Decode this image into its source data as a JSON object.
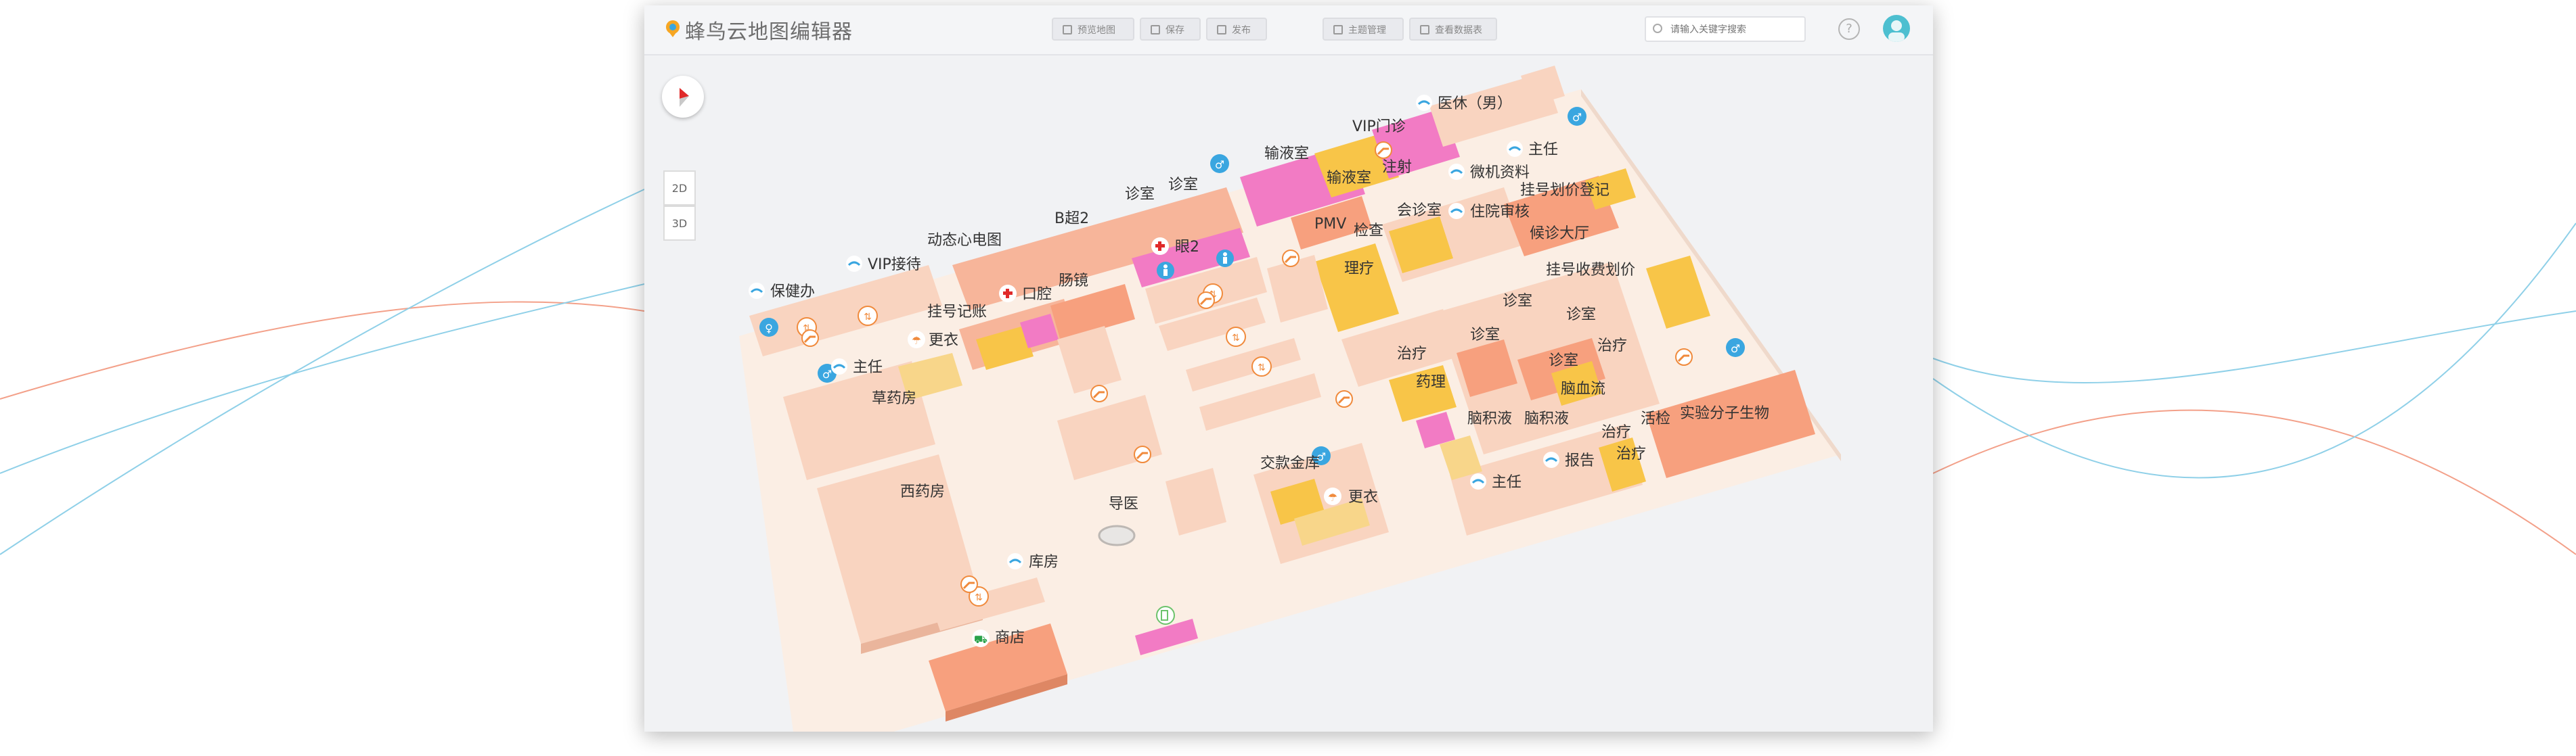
{
  "app": {
    "title": "蜂鸟云地图编辑器"
  },
  "toolbar": {
    "buttons": [
      {
        "label": "预览地图",
        "icon": "preview-icon"
      },
      {
        "label": "保存",
        "icon": "save-icon"
      },
      {
        "label": "发布",
        "icon": "publish-icon"
      },
      {
        "label": "主题管理",
        "icon": "theme-icon"
      },
      {
        "label": "查看数据表",
        "icon": "table-icon"
      }
    ]
  },
  "search": {
    "placeholder": "请输入关键字搜索"
  },
  "help": {
    "label": "?"
  },
  "view_controls": {
    "btn_2d": "2D",
    "btn_3d": "3D"
  },
  "map": {
    "labels": {
      "yixiu": "医休（男）",
      "vipmenzhen": "VIP门诊",
      "zhuren1": "主任",
      "weijiziliao": "微机资料",
      "shuyeshi1": "输液室",
      "shuyeshi2": "输液室",
      "zhushe": "注射",
      "guahaohuajia": "挂号划价登记",
      "pmv": "PMV",
      "jiancha": "检查",
      "huizhenshi": "会诊室",
      "zhuyuanshenhe": "住院审核",
      "houzhendating": "候诊大厅",
      "zhenshi_a": "诊室",
      "zhenshi_b": "诊室",
      "b_chao2": "B超2",
      "dongtai": "动态心电图",
      "yan2": "眼2",
      "liliao": "理疗",
      "guahaoshoufei": "挂号收费划价",
      "vipjiedai": "VIP接待",
      "baojianban": "保健办",
      "changjing": "肠镜",
      "kouqiang": "口腔",
      "guahaojizhang": "挂号记账",
      "zhenshi_c": "诊室",
      "zhenshi_d": "诊室",
      "zhenshi_e": "诊室",
      "zhenshi_f": "诊室",
      "zhenshi_g": "诊室",
      "zhiliao1": "治疗",
      "zhiliao2": "治疗",
      "gengyi1": "更衣",
      "zhuren2": "主任",
      "caoyaofang": "草药房",
      "yaoli": "药理",
      "naoxueliu": "脑血流",
      "shiyan": "实验分子生物",
      "naojiye1": "脑积液",
      "naojiye2": "脑积液",
      "zhiliao3": "治疗",
      "huojian": "活检",
      "zhiliao4": "治疗",
      "baogao": "报告",
      "jiaokuanjinku": "交款金库",
      "gengyi2": "更衣",
      "zhuren3": "主任",
      "xiyaofang": "西药房",
      "daoyi": "导医",
      "kufang": "库房",
      "shangdian": "商店"
    }
  },
  "colors": {
    "floor": "#fbeee4",
    "room_light": "#f9d4c0",
    "room_mid": "#f7b59a",
    "room_orange": "#f7a07e",
    "room_yellow": "#f8c548",
    "room_pink": "#f27bc4",
    "accent_blue": "#3aa6e0",
    "accent_orange": "#f08a3c"
  }
}
